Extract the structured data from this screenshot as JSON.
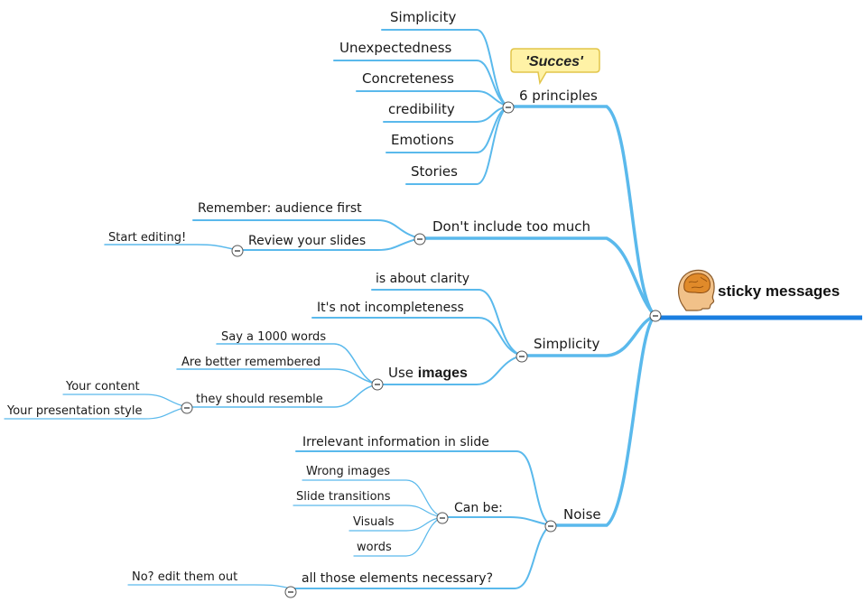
{
  "root": {
    "label": "sticky messages",
    "icon": "brain-head-icon"
  },
  "callout": {
    "text": "'Succes'"
  },
  "principles": {
    "label": "6 principles",
    "items": [
      "Simplicity",
      "Unexpectedness",
      "Concreteness",
      "credibility",
      "Emotions",
      "Stories"
    ]
  },
  "dont_include": {
    "label": "Don't include too much",
    "remember": "Remember: audience first",
    "review": "Review your slides",
    "start_editing": "Start editing!"
  },
  "simplicity": {
    "label": "Simplicity",
    "clarity": "is about clarity",
    "not_incomplete": "It's not incompleteness",
    "use_prefix": "Use ",
    "use_bold": "images",
    "say_1000": "Say a 1000 words",
    "remembered": "Are better remembered",
    "resemble": "they should resemble",
    "your_content": "Your content",
    "your_style": "Your presentation style"
  },
  "noise": {
    "label": "Noise",
    "irrelevant": "Irrelevant information in slide",
    "can_be": "Can be:",
    "can_be_items": [
      "Wrong images",
      "Slide transitions",
      "Visuals",
      "words"
    ],
    "necessary": "all those elements necessary?",
    "edit_out": "No? edit them out"
  },
  "colors": {
    "branch": "#5ab9ec",
    "root_line": "#1a7ee0",
    "callout_fill": "#fff2a6",
    "callout_border": "#e2c54a"
  }
}
